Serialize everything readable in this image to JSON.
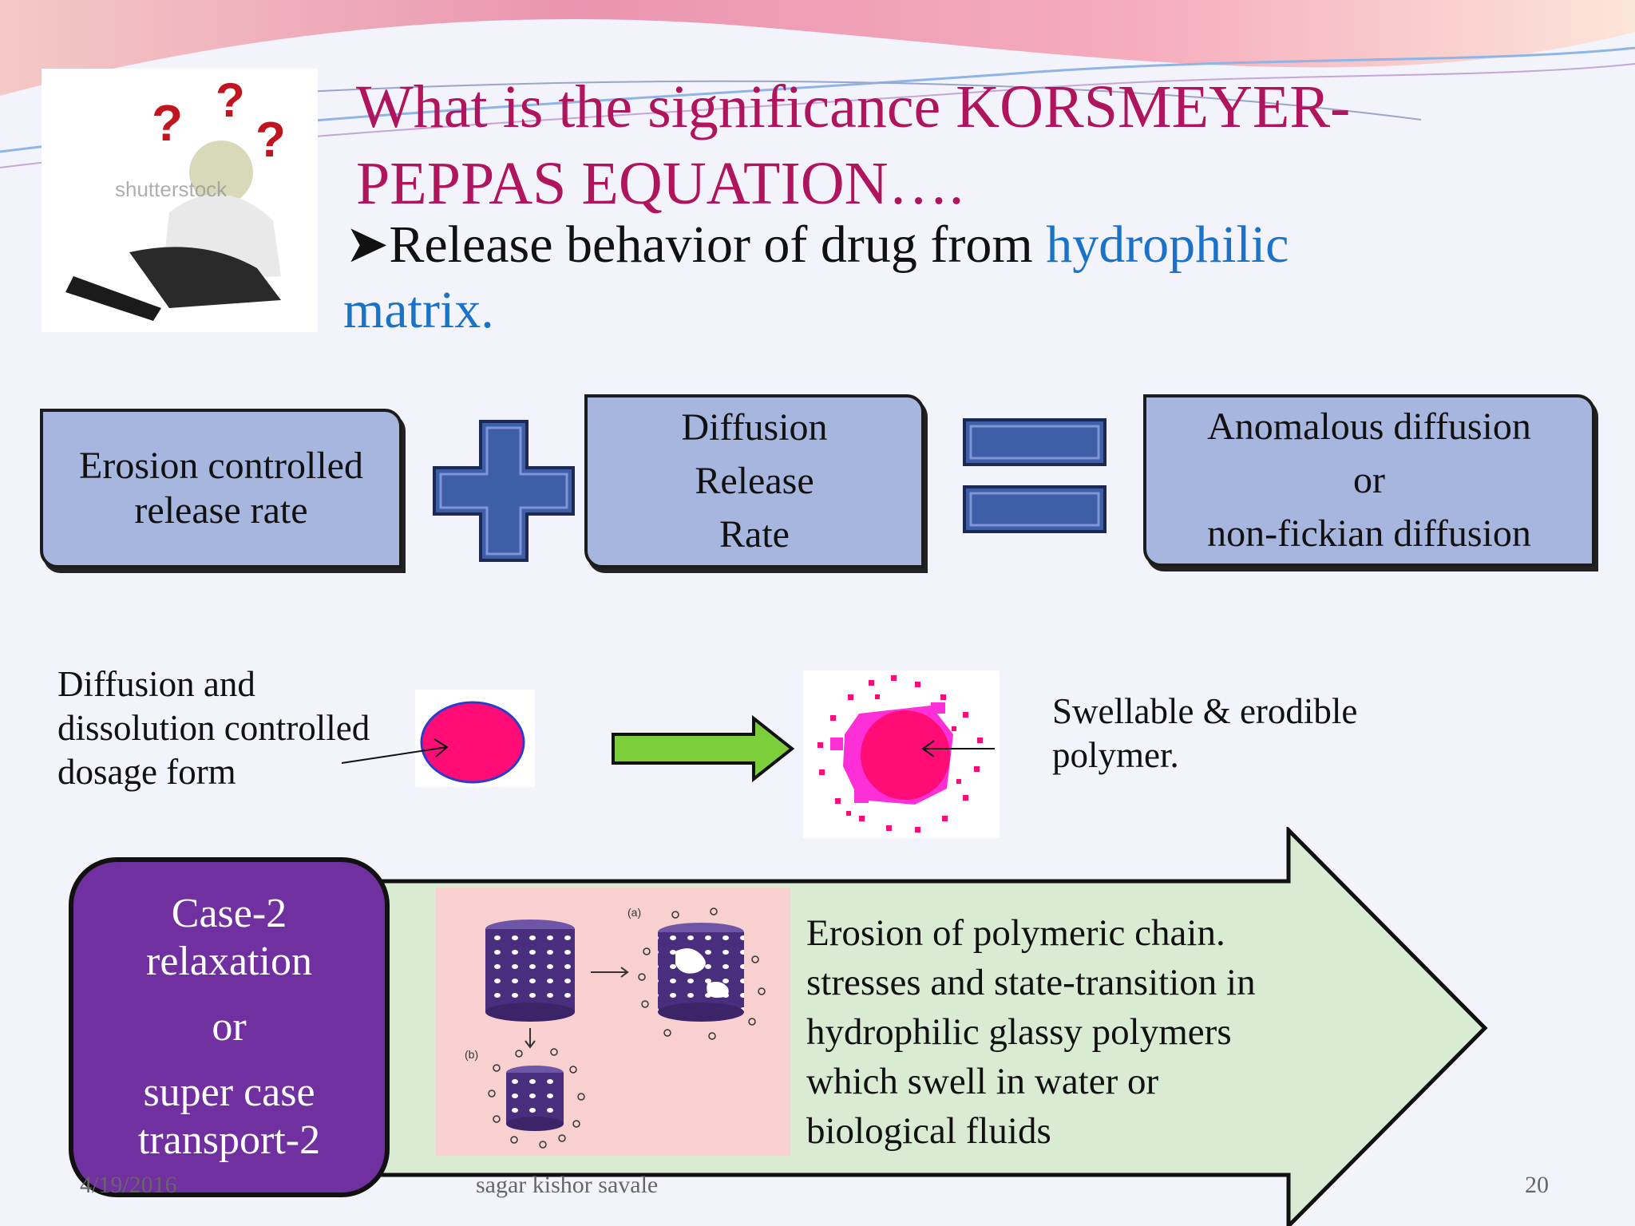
{
  "title_line1": "What is the significance KORSMEYER-",
  "title_line2": "PEPPAS EQUATION….",
  "bullet_text": "Release behavior of drug from",
  "bullet_highlight_1": "hydrophilic",
  "bullet_highlight_2": "matrix.",
  "box_erosion": [
    "Erosion controlled",
    "release rate"
  ],
  "box_diffusion": [
    "Diffusion",
    "Release",
    "Rate"
  ],
  "box_anomalous": [
    "Anomalous diffusion",
    "or",
    "non-fickian diffusion"
  ],
  "label_dissolution": [
    "Diffusion and",
    "dissolution controlled",
    "dosage form"
  ],
  "label_swellable": [
    "Swellable &  erodible",
    "polymer."
  ],
  "case2_box": [
    "Case-2",
    "relaxation",
    "or",
    "super case",
    "transport-2"
  ],
  "description": [
    "Erosion of polymeric chain.",
    "stresses and state-transition in",
    "hydrophilic glassy polymers",
    "which swell in water or",
    "biological fluids"
  ],
  "figure_labels": {
    "a": "(a)",
    "b": "(b)"
  },
  "footer": {
    "date": "4/19/2016",
    "author": "sagar kishor savale",
    "page": "20"
  },
  "watermark_text": "shutterstock",
  "colors": {
    "title": "#b0145d",
    "highlight": "#1a73c9",
    "box_fill": "#a7b6df",
    "operator": "#3f5ea8",
    "case_box": "#7030a0",
    "arrow_green": "#d9ecd3",
    "small_arrow": "#7ccf3a",
    "dot_pink": "#ff0c77"
  }
}
